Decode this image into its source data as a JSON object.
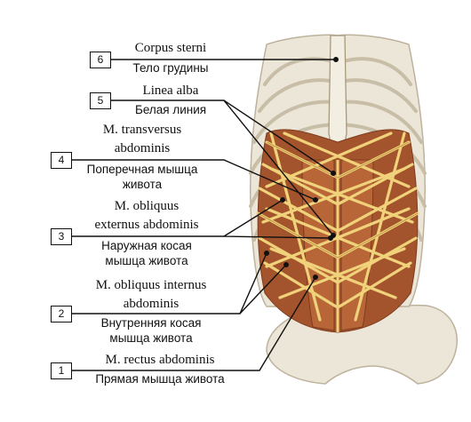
{
  "labels": [
    {
      "number": "6",
      "latin": [
        "Corpus sterni"
      ],
      "russian": [
        "Тело грудины"
      ]
    },
    {
      "number": "5",
      "latin": [
        "Linea alba"
      ],
      "russian": [
        "Белая линия"
      ]
    },
    {
      "number": "4",
      "latin": [
        "M. transversus",
        "abdominis"
      ],
      "russian": [
        "Поперечная мышца",
        "живота"
      ]
    },
    {
      "number": "3",
      "latin": [
        "M. obliquus",
        "externus abdominis"
      ],
      "russian": [
        "Наружная косая",
        "мышца живота"
      ]
    },
    {
      "number": "2",
      "latin": [
        "M. obliquus internus",
        "abdominis"
      ],
      "russian": [
        "Внутренняя косая",
        "мышца живота"
      ]
    },
    {
      "number": "1",
      "latin": [
        "M. rectus abdominis"
      ],
      "russian": [
        "Прямая мышца живота"
      ]
    }
  ],
  "colors": {
    "bone": "#ece6d8",
    "bone_outline": "#bdb29c",
    "muscle_deep": "#a4542c",
    "muscle_mid": "#b86638",
    "tendon": "#f0d27a",
    "tendon_outline": "#b08a3c",
    "leader_line": "#111111"
  }
}
